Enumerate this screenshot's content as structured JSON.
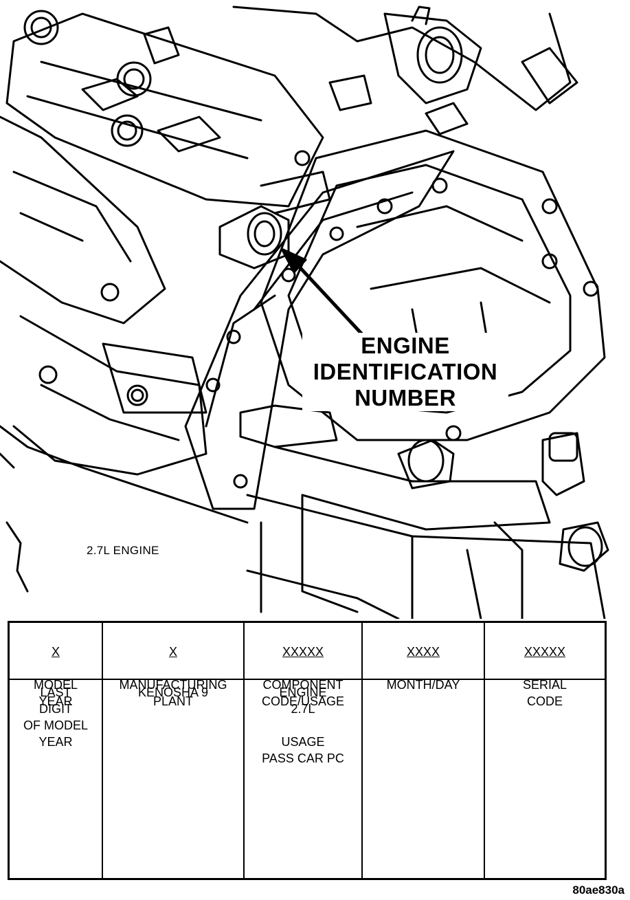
{
  "callout": {
    "line1": "ENGINE",
    "line2": "IDENTIFICATION",
    "line3": "NUMBER"
  },
  "engine_label": "2.7L ENGINE",
  "table": {
    "columns": [
      {
        "code": "X",
        "header": "MODEL\nYEAR",
        "value": "LAST\nDIGIT\nOF MODEL\nYEAR"
      },
      {
        "code": "X",
        "header": "MANUFACTURING\nPLANT",
        "value": "KENOSHA 9"
      },
      {
        "code": "XXXXX",
        "header": "COMPONENT\nCODE/USAGE",
        "value": "ENGINE\n2.7L\n\nUSAGE\nPASS CAR PC"
      },
      {
        "code": "XXXX",
        "header": "MONTH/DAY",
        "value": ""
      },
      {
        "code": "XXXXX",
        "header": "SERIAL\nCODE",
        "value": ""
      }
    ]
  },
  "figure_id": "80ae830a"
}
